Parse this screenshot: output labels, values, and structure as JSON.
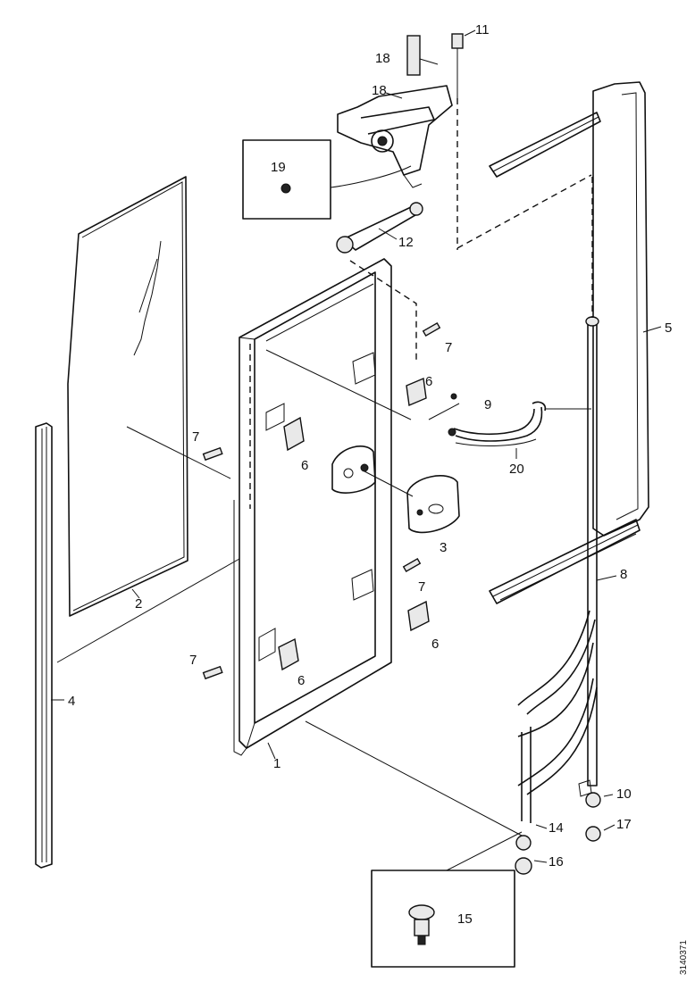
{
  "diagram": {
    "drawing_number": "3140371",
    "callouts": [
      {
        "id": "c1",
        "label": "1"
      },
      {
        "id": "c2",
        "label": "2"
      },
      {
        "id": "c3",
        "label": "3"
      },
      {
        "id": "c4",
        "label": "4"
      },
      {
        "id": "c5",
        "label": "5"
      },
      {
        "id": "c6a",
        "label": "6"
      },
      {
        "id": "c6b",
        "label": "6"
      },
      {
        "id": "c6c",
        "label": "6"
      },
      {
        "id": "c6d",
        "label": "6"
      },
      {
        "id": "c7a",
        "label": "7"
      },
      {
        "id": "c7b",
        "label": "7"
      },
      {
        "id": "c7c",
        "label": "7"
      },
      {
        "id": "c7d",
        "label": "7"
      },
      {
        "id": "c8",
        "label": "8"
      },
      {
        "id": "c9",
        "label": "9"
      },
      {
        "id": "c10",
        "label": "10"
      },
      {
        "id": "c11",
        "label": "11"
      },
      {
        "id": "c12",
        "label": "12"
      },
      {
        "id": "c14",
        "label": "14"
      },
      {
        "id": "c15",
        "label": "15"
      },
      {
        "id": "c16",
        "label": "16"
      },
      {
        "id": "c17",
        "label": "17"
      },
      {
        "id": "c18a",
        "label": "18"
      },
      {
        "id": "c18b",
        "label": "18"
      },
      {
        "id": "c19",
        "label": "19"
      },
      {
        "id": "c20",
        "label": "20"
      }
    ]
  }
}
